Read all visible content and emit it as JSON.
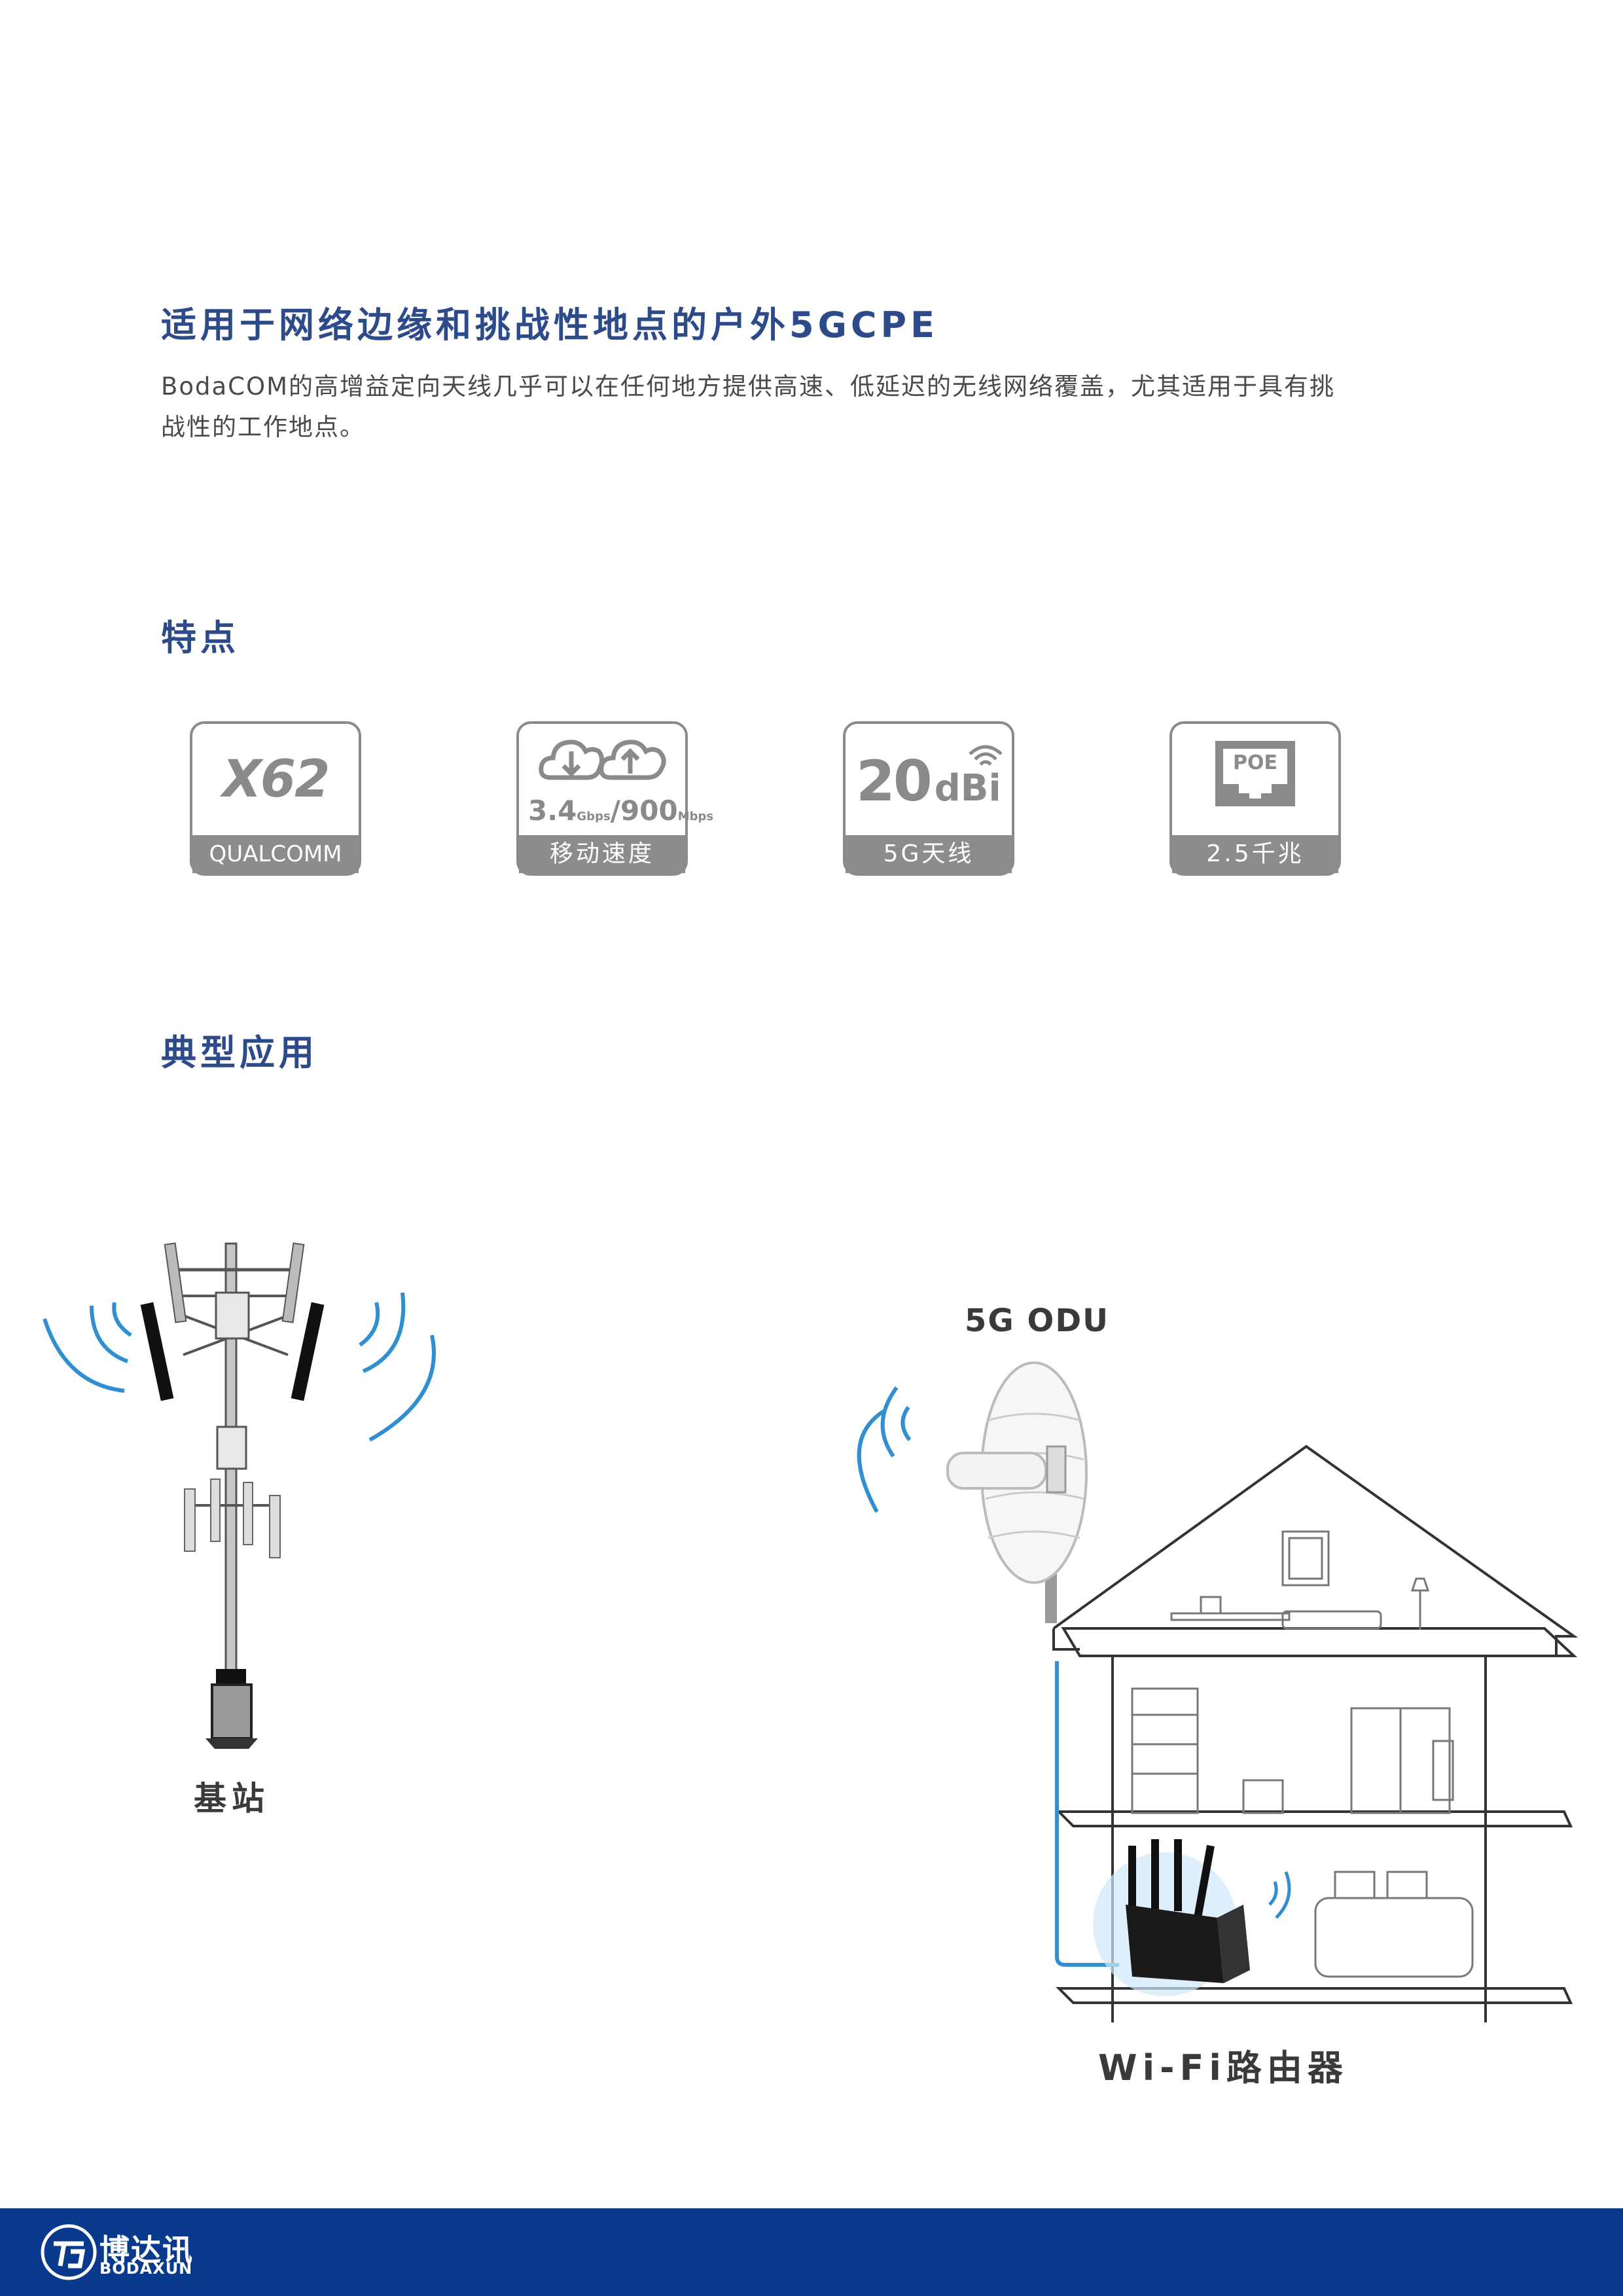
{
  "header": {
    "title": "适用于网络边缘和挑战性地点的户外5GCPE",
    "intro_line1": "BodaCOM的高增益定向天线几乎可以在任何地方提供高速、低延迟的无线网络覆盖，尤其适用于具有挑",
    "intro_line2": "战性的工作地点。"
  },
  "features": {
    "heading": "特点",
    "badges": [
      {
        "main": "X62",
        "sub": "QUALCOMM"
      },
      {
        "main": "3.4Gbps/900Mbps",
        "main_big1": "3.4",
        "unit1": "Gbps",
        "slash": "/",
        "main_big2": "900",
        "unit2": "Mbps",
        "label": "移动速度"
      },
      {
        "main": "20",
        "unit": "dBi",
        "label": "5G天线"
      },
      {
        "main": "POE",
        "label": "2.5千兆"
      }
    ]
  },
  "applications": {
    "heading": "典型应用",
    "base_station_label": "基站",
    "odu_label": "5G ODU",
    "router_label": "Wi-Fi路由器"
  },
  "footer": {
    "brand_cn": "博达讯",
    "brand_en": "BODAXUN"
  },
  "colors": {
    "heading": "#2d4a8a",
    "badge_gray": "#8c8c8c",
    "signal_blue": "#2f8fd0",
    "footer": "#0a3a8e"
  }
}
